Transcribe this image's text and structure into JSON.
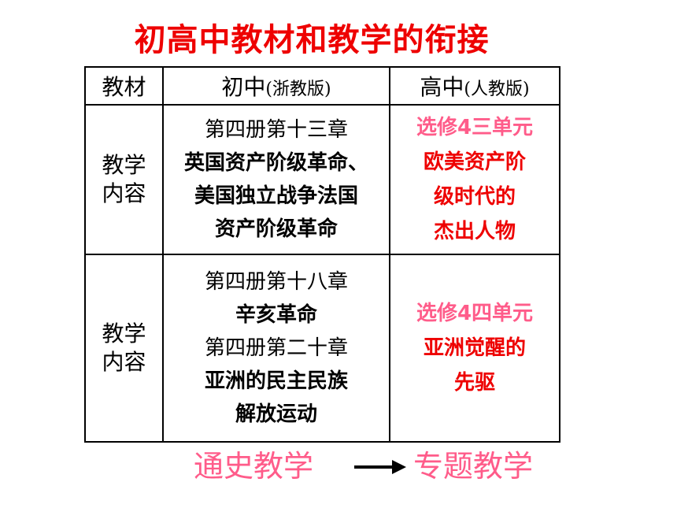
{
  "title": "初高中教材和教学的衔接",
  "table": {
    "header": {
      "col0": "教材",
      "col1_main": "初中",
      "col1_paren": "(浙教版)",
      "col2_main": "高中",
      "col2_paren": "(人教版)"
    },
    "rows": [
      {
        "label_line1": "教学",
        "label_line2": "内容",
        "junior": [
          "第四册第十三章",
          "英国资产阶级革命、",
          "美国独立战争法国",
          "资产阶级革命"
        ],
        "senior": [
          "选修4三单元",
          "欧美资产阶",
          "级时代的",
          "杰出人物"
        ]
      },
      {
        "label_line1": "教学",
        "label_line2": "内容",
        "junior": [
          "第四册第十八章",
          "辛亥革命",
          "第四册第二十章",
          "亚洲的民主民族",
          "解放运动"
        ],
        "senior": [
          "选修4四单元",
          "亚洲觉醒的",
          "先驱"
        ]
      }
    ]
  },
  "footer": {
    "left": "通史教学",
    "right": "专题教学"
  },
  "colors": {
    "title": "#ee0000",
    "pink": "#ff5c8a",
    "red": "#ee0000"
  }
}
